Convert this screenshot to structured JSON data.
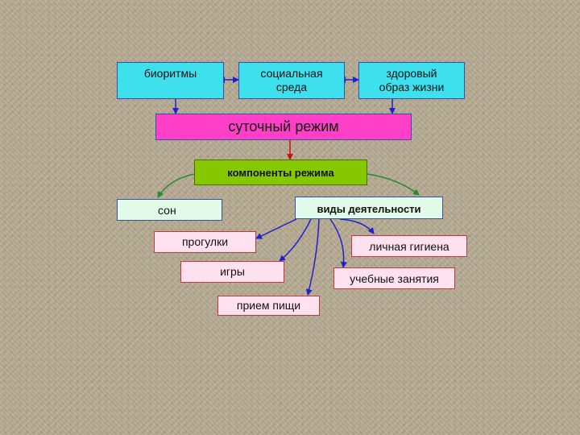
{
  "diagram": {
    "nodes": {
      "biorhythms": "биоритмы",
      "social_env": "социальная среда",
      "healthy_life": "здоровый образ жизни",
      "daily_regime": "суточный режим",
      "regime_components": "компоненты режима",
      "sleep": "сон",
      "activity_types": "виды деятельности",
      "walks": "прогулки",
      "personal_hygiene": "личная гигиена",
      "games": "игры",
      "study": "учебные занятия",
      "meals": "прием пищи"
    },
    "colors": {
      "background": "#b7ab93",
      "top_boxes": "#3fe0ee",
      "daily_regime": "#ff3fc8",
      "components": "#86c800",
      "arrow_blue": "#1f1fd0",
      "arrow_red": "#d01010",
      "arrow_green": "#2a8a2a"
    }
  }
}
